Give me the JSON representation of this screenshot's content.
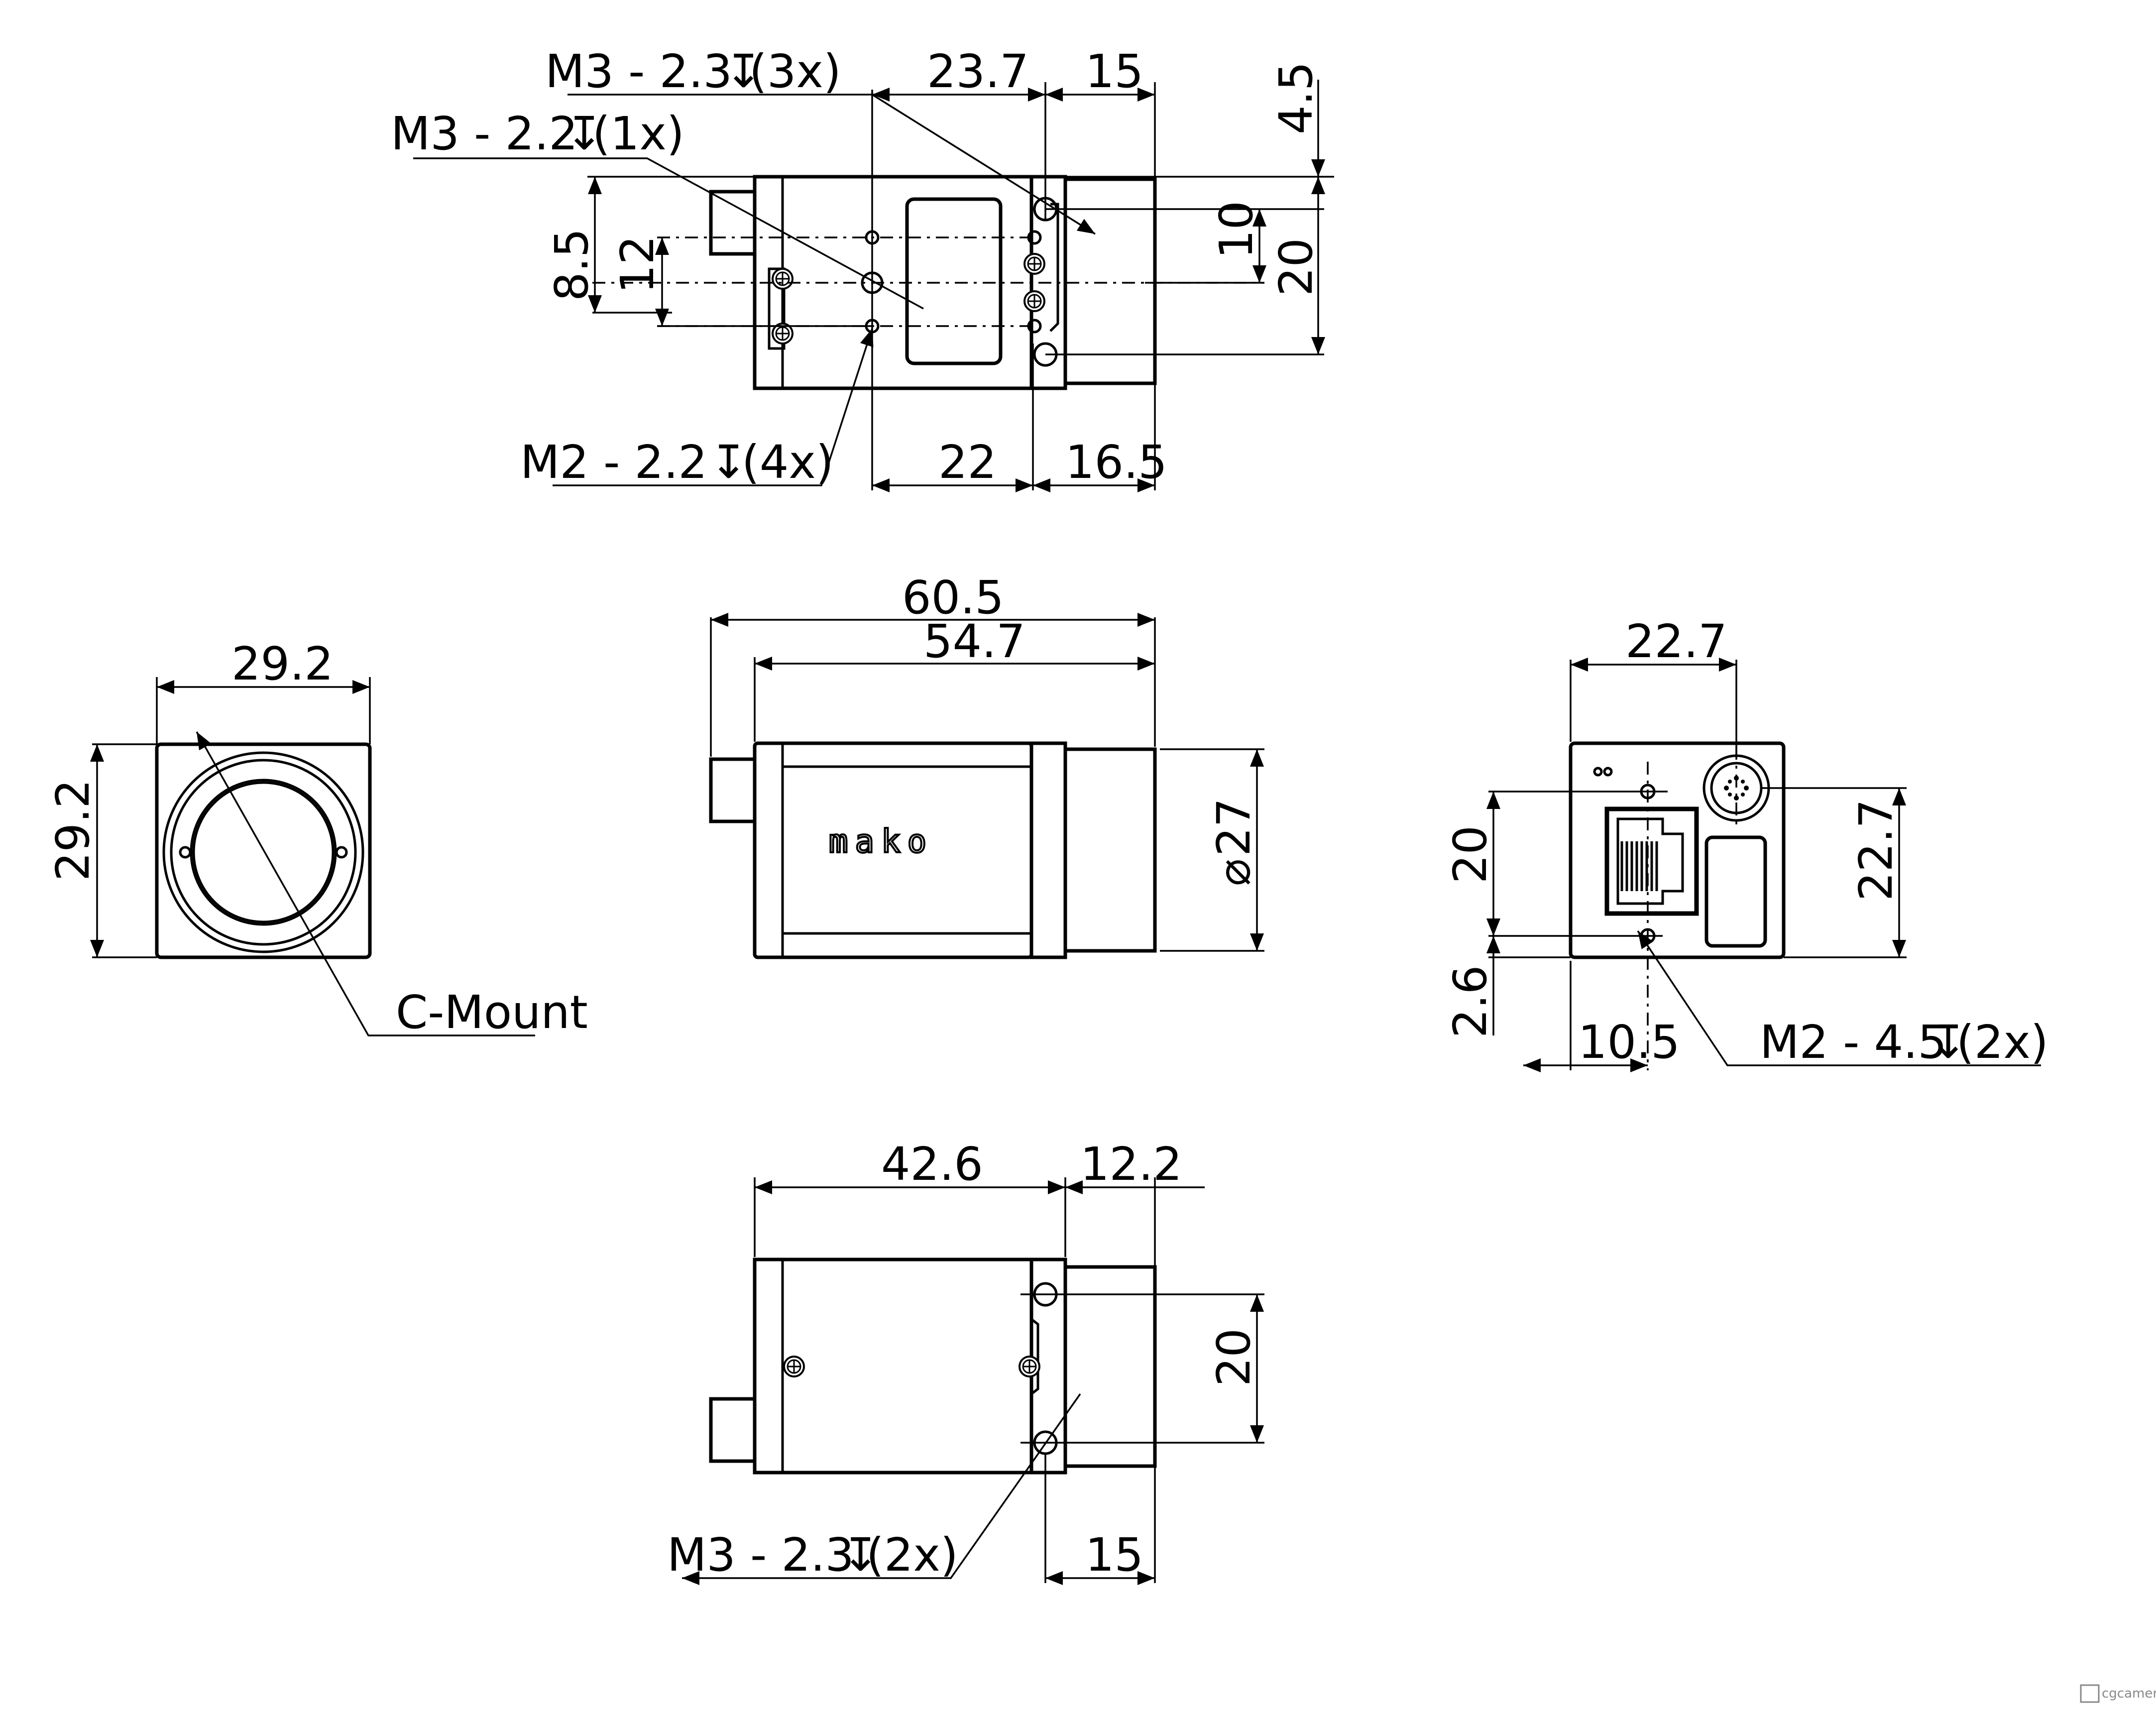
{
  "top_view": {
    "callout_m3_3x": "M3 - 2.3",
    "callout_m3_3x_qty": "(3x)",
    "callout_m3_1x": "M3 - 2.2",
    "callout_m3_1x_qty": "(1x)",
    "callout_m2_4x": "M2 - 2.2 ",
    "callout_m2_4x_qty": "(4x)",
    "dim_23_7": "23.7",
    "dim_15": "15",
    "dim_4_5": "4.5",
    "dim_10": "10",
    "dim_20": "20",
    "dim_8_5": "8.5",
    "dim_12": "12",
    "dim_22": "22",
    "dim_16_5": "16.5"
  },
  "front_view": {
    "dim_29_2_w": "29.2",
    "dim_29_2_h": "29.2",
    "label_c_mount": "C-Mount"
  },
  "side_view": {
    "dim_60_5": "60.5",
    "dim_54_7": "54.7",
    "dim_dia_27": "27",
    "diameter_symbol": "⌀",
    "logo": "mako"
  },
  "back_view": {
    "dim_22_7_w": "22.7",
    "dim_20": "20",
    "dim_22_7_h": "22.7",
    "dim_2_6": "2.6",
    "dim_10_5": "10.5",
    "callout_m2_2x": "M2 - 4.5",
    "callout_m2_2x_qty": "(2x)"
  },
  "bottom_view": {
    "dim_42_6": "42.6",
    "dim_12_2": "12.2",
    "dim_20": "20",
    "dim_15": "15",
    "callout_m3_2x": "M3 - 2.3",
    "callout_m3_2x_qty": "(2x)"
  },
  "depth_symbol": "↧",
  "watermark": "cgcamera"
}
